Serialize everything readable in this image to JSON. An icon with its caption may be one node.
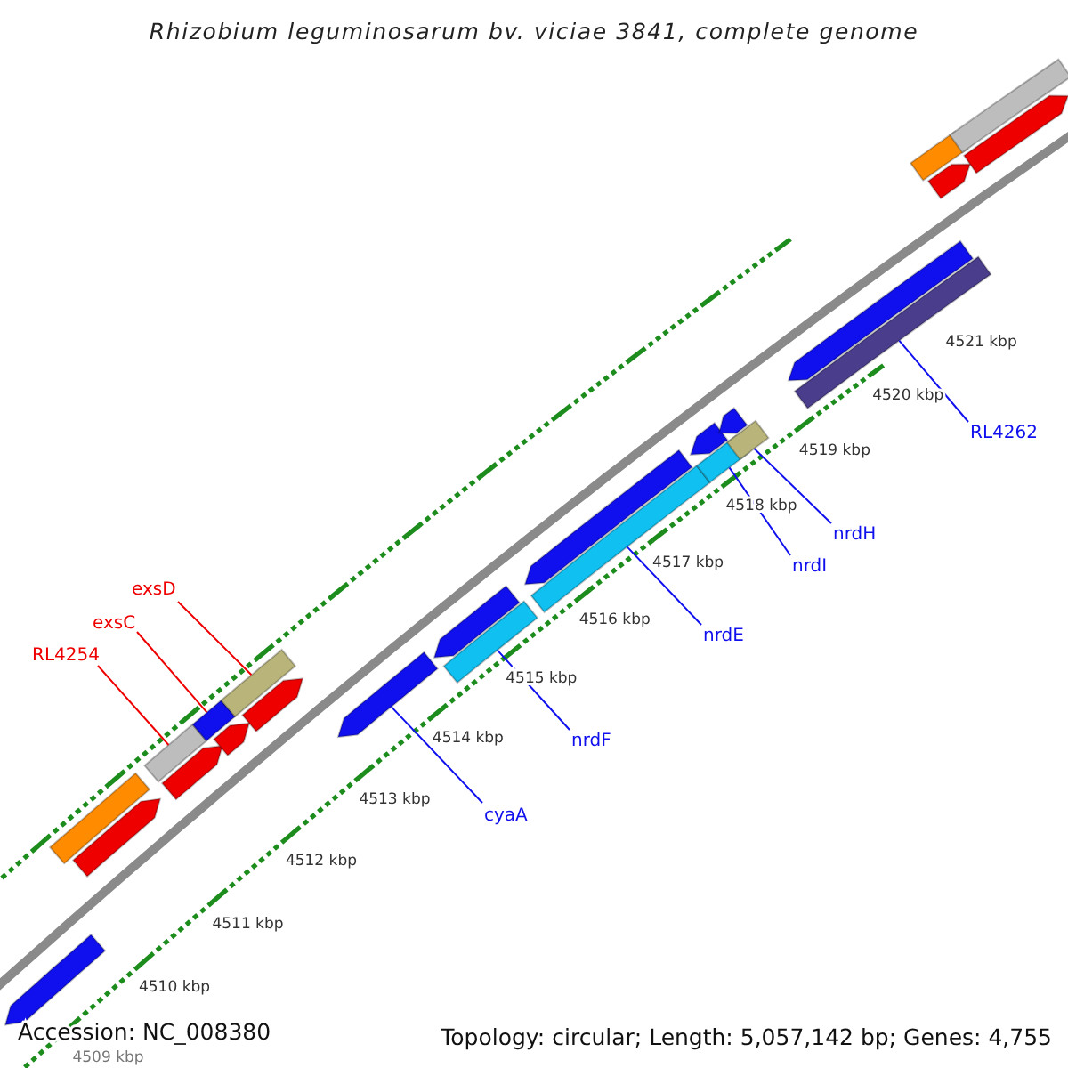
{
  "diagram": {
    "title": "Rhizobium leguminosarum bv. viciae 3841, complete genome",
    "nodes": [
      {
        "text": [
          "RL4254"
        ]
      },
      {
        "text": [
          "exsC"
        ]
      },
      {
        "text": [
          "exsD"
        ]
      },
      {
        "text": [
          "cyaA"
        ]
      },
      {
        "text": [
          "nrdF"
        ]
      },
      {
        "text": [
          "nrdE"
        ]
      },
      {
        "text": [
          "nrdI"
        ]
      },
      {
        "text": [
          "nrdH"
        ]
      },
      {
        "text": [
          "RL4262"
        ]
      },
      {
        "text": [],
        "shape": "pentagon"
      },
      {
        "text": [],
        "shape": "bar"
      },
      {
        "text": [],
        "shape": "pentagon"
      },
      {
        "text": [],
        "shape": "bar"
      },
      {
        "text": [],
        "shape": "pentagon"
      },
      {
        "text": [],
        "shape": "bar"
      },
      {
        "text": [],
        "shape": "pentagon"
      },
      {
        "text": [],
        "shape": "bar"
      },
      {
        "text": [],
        "shape": "pentagon"
      },
      {
        "text": [],
        "shape": "pentagon"
      },
      {
        "text": [],
        "shape": "pentagon"
      },
      {
        "text": [],
        "shape": "bar"
      },
      {
        "text": [],
        "shape": "pentagon"
      },
      {
        "text": [],
        "shape": "bar"
      },
      {
        "text": [],
        "shape": "pentagon"
      },
      {
        "text": [],
        "shape": "bar"
      },
      {
        "text": [],
        "shape": "pentagon"
      },
      {
        "text": [],
        "shape": "bar"
      },
      {
        "text": [],
        "shape": "pentagon"
      },
      {
        "text": [],
        "shape": "bar"
      },
      {
        "text": [],
        "shape": "bar"
      },
      {
        "text": [],
        "shape": "pentagon"
      },
      {
        "text": [],
        "shape": "bar"
      },
      {
        "text": [],
        "shape": "pentagon"
      }
    ],
    "edges": [
      {
        "from": 0,
        "to": 12,
        "arrow": "none",
        "color": "#ee0000"
      },
      {
        "from": 1,
        "to": 14,
        "arrow": "none",
        "color": "#ee0000"
      },
      {
        "from": 2,
        "to": 16,
        "arrow": "none",
        "color": "#ee0000"
      },
      {
        "from": 3,
        "to": 18,
        "arrow": "none"
      },
      {
        "from": 4,
        "to": 20,
        "arrow": "none"
      },
      {
        "from": 5,
        "to": 22,
        "arrow": "none"
      },
      {
        "from": 6,
        "to": 24,
        "arrow": "none"
      },
      {
        "from": 7,
        "to": 26,
        "arrow": "none"
      },
      {
        "from": 8,
        "to": 28,
        "arrow": "none"
      }
    ],
    "labels": [
      "4521 kbp",
      "4520 kbp",
      "4519 kbp",
      "4518 kbp",
      "4517 kbp",
      "4516 kbp",
      "4515 kbp",
      "4514 kbp",
      "4513 kbp",
      "4512 kbp",
      "4511 kbp",
      "4510 kbp",
      "4509 kbp",
      "Accession: NC_008380",
      "Topology: circular; Length: 5,057,142 bp; Genes: 4,755"
    ]
  }
}
